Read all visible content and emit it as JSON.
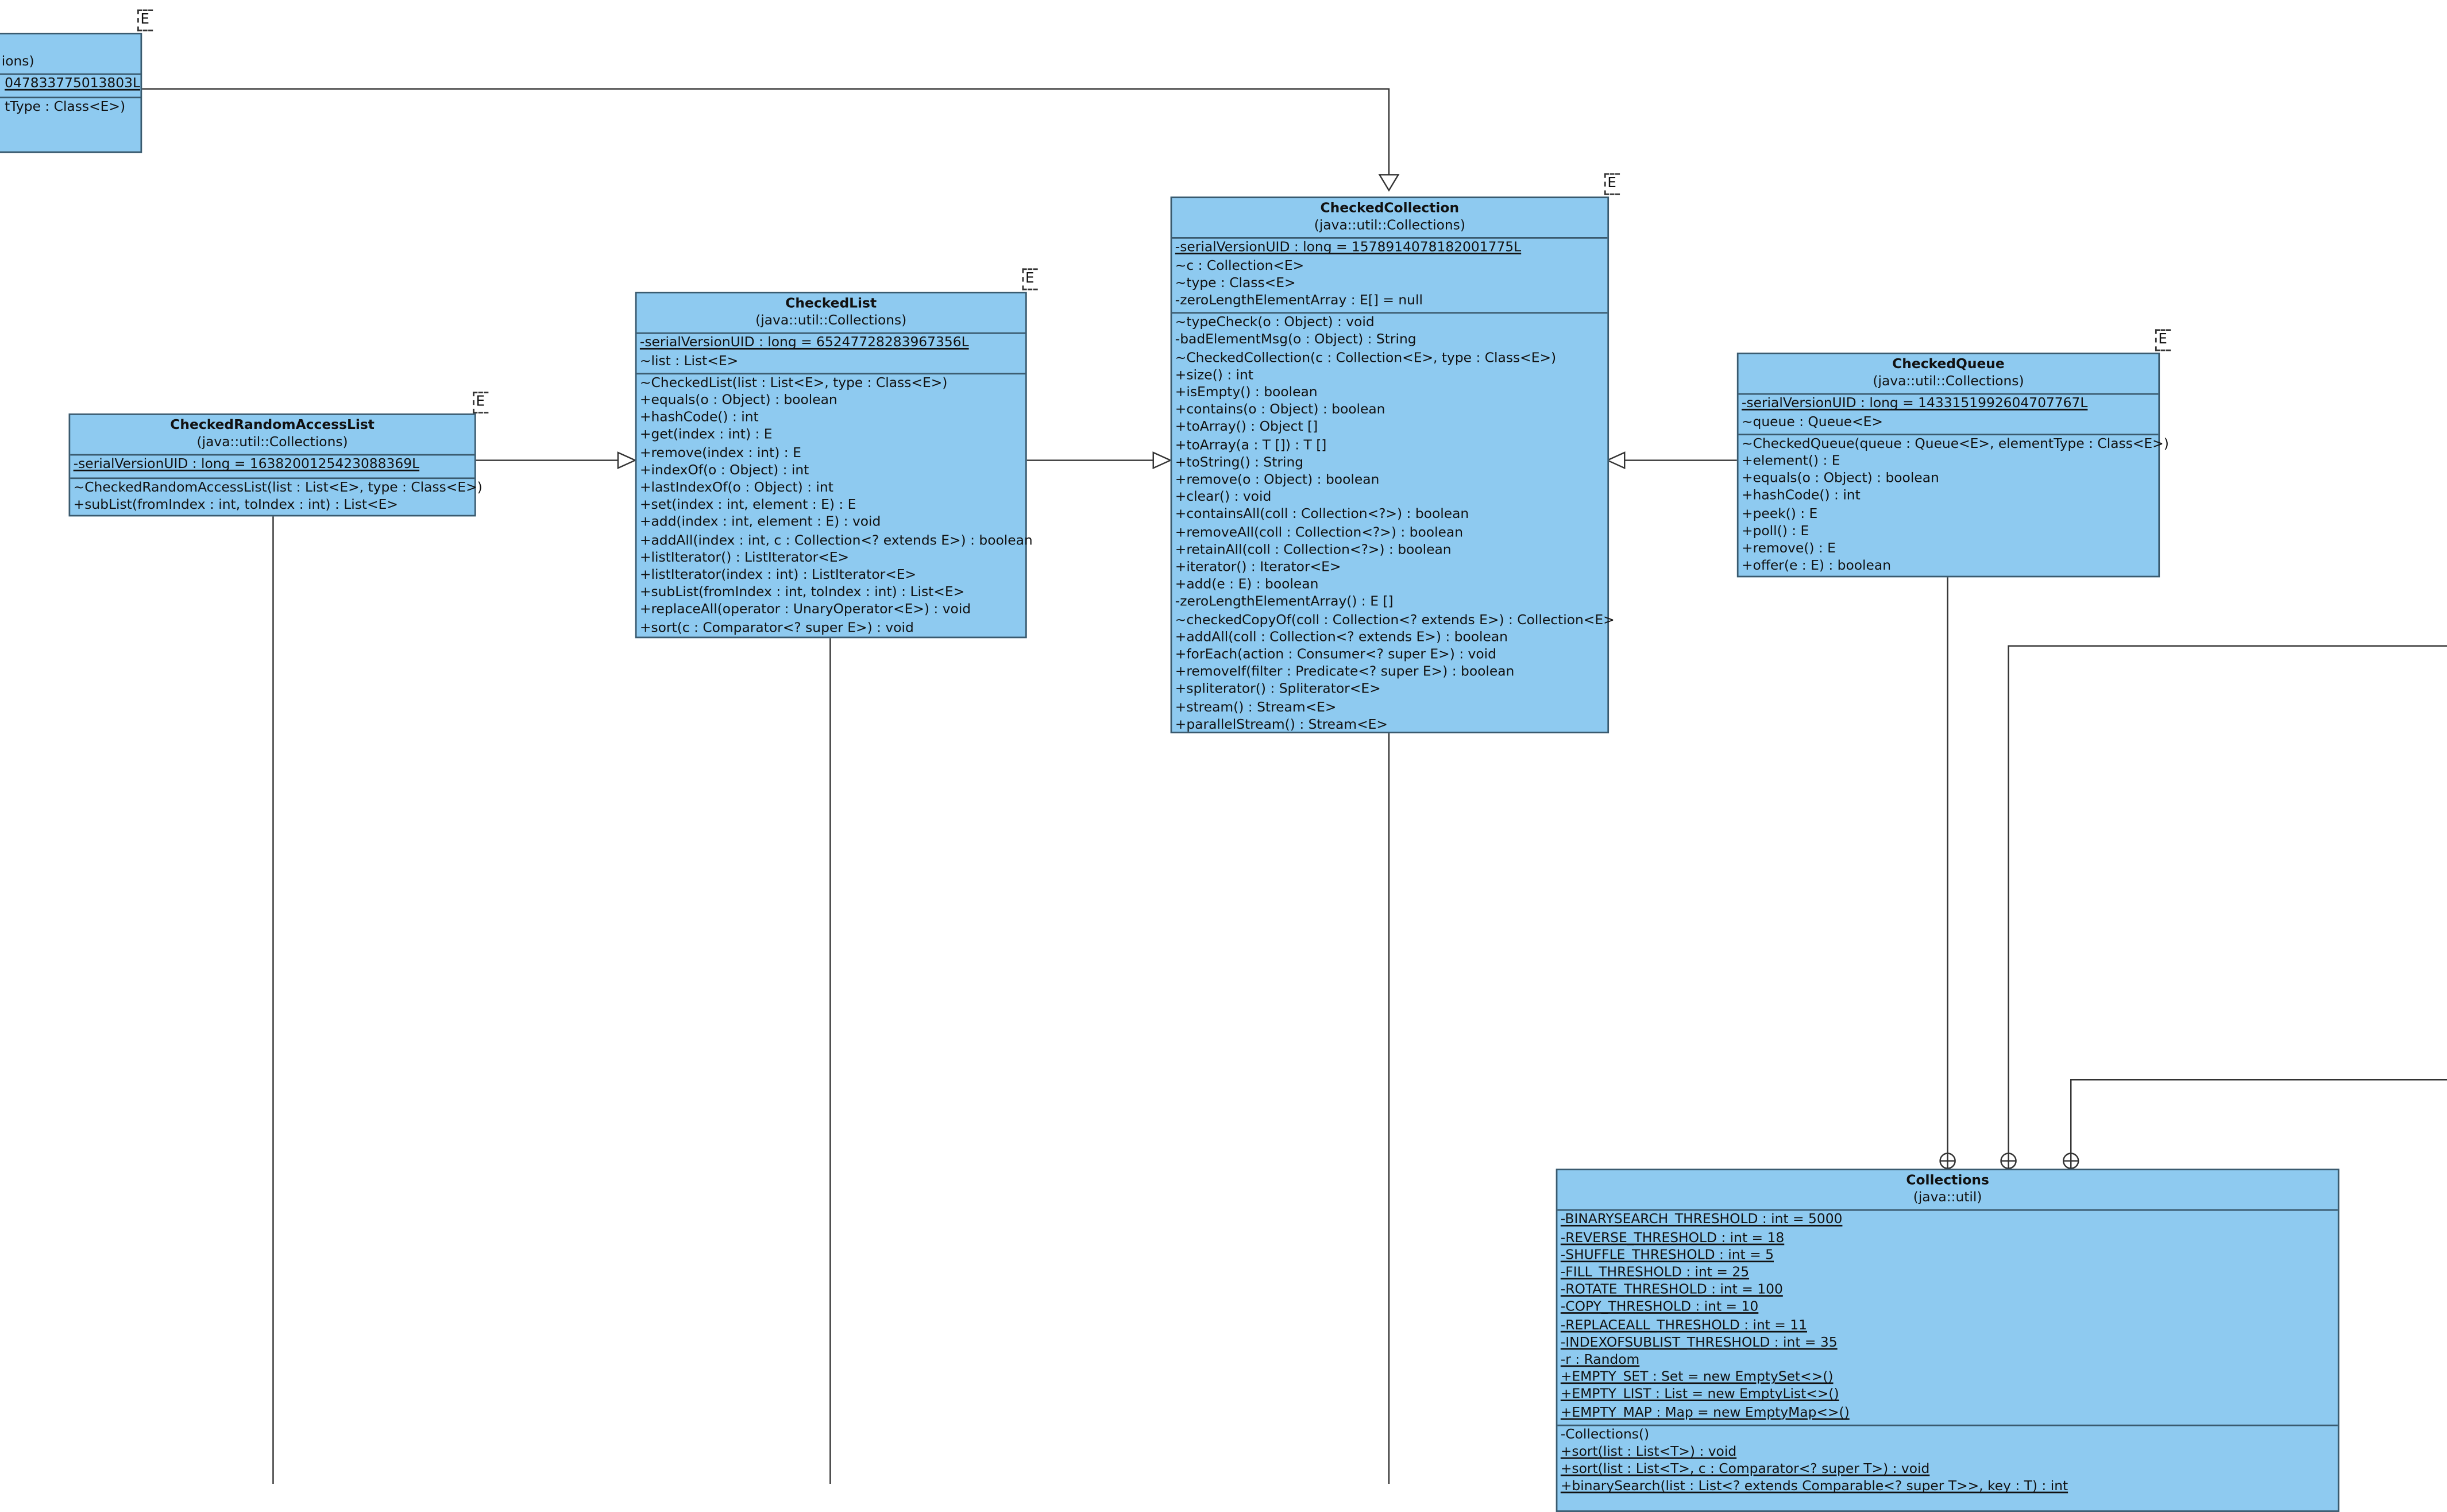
{
  "classes": {
    "partial": {
      "name": "",
      "package": "ions)",
      "type_param": "E",
      "attributes": [
        {
          "text": "047833775013803L",
          "static": true
        },
        {
          "text": "tType : Class<E>)",
          "static": false
        }
      ],
      "operations": []
    },
    "checked_random_access_list": {
      "name": "CheckedRandomAccessList",
      "package": "(java::util::Collections)",
      "type_param": "E",
      "attributes": [
        {
          "text": "-serialVersionUID : long = 1638200125423088369L",
          "static": true
        }
      ],
      "operations": [
        {
          "text": "~CheckedRandomAccessList(list : List<E>, type : Class<E>)",
          "static": false
        },
        {
          "text": "+subList(fromIndex : int, toIndex : int) : List<E>",
          "static": false
        }
      ]
    },
    "checked_list": {
      "name": "CheckedList",
      "package": "(java::util::Collections)",
      "type_param": "E",
      "attributes": [
        {
          "text": "-serialVersionUID : long = 65247728283967356L",
          "static": true
        },
        {
          "text": "~list : List<E>",
          "static": false
        }
      ],
      "operations": [
        {
          "text": "~CheckedList(list : List<E>, type : Class<E>)",
          "static": false
        },
        {
          "text": "+equals(o : Object) : boolean",
          "static": false
        },
        {
          "text": "+hashCode() : int",
          "static": false
        },
        {
          "text": "+get(index : int) : E",
          "static": false
        },
        {
          "text": "+remove(index : int) : E",
          "static": false
        },
        {
          "text": "+indexOf(o : Object) : int",
          "static": false
        },
        {
          "text": "+lastIndexOf(o : Object) : int",
          "static": false
        },
        {
          "text": "+set(index : int, element : E) : E",
          "static": false
        },
        {
          "text": "+add(index : int, element : E) : void",
          "static": false
        },
        {
          "text": "+addAll(index : int, c : Collection<? extends E>) : boolean",
          "static": false
        },
        {
          "text": "+listIterator() : ListIterator<E>",
          "static": false
        },
        {
          "text": "+listIterator(index : int) : ListIterator<E>",
          "static": false
        },
        {
          "text": "+subList(fromIndex : int, toIndex : int) : List<E>",
          "static": false
        },
        {
          "text": "+replaceAll(operator : UnaryOperator<E>) : void",
          "static": false
        },
        {
          "text": "+sort(c : Comparator<? super E>) : void",
          "static": false
        }
      ]
    },
    "checked_collection": {
      "name": "CheckedCollection",
      "package": "(java::util::Collections)",
      "type_param": "E",
      "attributes": [
        {
          "text": "-serialVersionUID : long = 1578914078182001775L",
          "static": true
        },
        {
          "text": "~c : Collection<E>",
          "static": false
        },
        {
          "text": "~type : Class<E>",
          "static": false
        },
        {
          "text": "-zeroLengthElementArray : E[] = null",
          "static": false
        }
      ],
      "operations": [
        {
          "text": "~typeCheck(o : Object) : void",
          "static": false
        },
        {
          "text": "-badElementMsg(o : Object) : String",
          "static": false
        },
        {
          "text": "~CheckedCollection(c : Collection<E>, type : Class<E>)",
          "static": false
        },
        {
          "text": "+size() : int",
          "static": false
        },
        {
          "text": "+isEmpty() : boolean",
          "static": false
        },
        {
          "text": "+contains(o : Object) : boolean",
          "static": false
        },
        {
          "text": "+toArray() : Object []",
          "static": false
        },
        {
          "text": "+toArray(a : T []) : T []",
          "static": false
        },
        {
          "text": "+toString() : String",
          "static": false
        },
        {
          "text": "+remove(o : Object) : boolean",
          "static": false
        },
        {
          "text": "+clear() : void",
          "static": false
        },
        {
          "text": "+containsAll(coll : Collection<?>) : boolean",
          "static": false
        },
        {
          "text": "+removeAll(coll : Collection<?>) : boolean",
          "static": false
        },
        {
          "text": "+retainAll(coll : Collection<?>) : boolean",
          "static": false
        },
        {
          "text": "+iterator() : Iterator<E>",
          "static": false
        },
        {
          "text": "+add(e : E) : boolean",
          "static": false
        },
        {
          "text": "-zeroLengthElementArray() : E []",
          "static": false
        },
        {
          "text": "~checkedCopyOf(coll : Collection<? extends E>) : Collection<E>",
          "static": false
        },
        {
          "text": "+addAll(coll : Collection<? extends E>) : boolean",
          "static": false
        },
        {
          "text": "+forEach(action : Consumer<? super E>) : void",
          "static": false
        },
        {
          "text": "+removeIf(filter : Predicate<? super E>) : boolean",
          "static": false
        },
        {
          "text": "+spliterator() : Spliterator<E>",
          "static": false
        },
        {
          "text": "+stream() : Stream<E>",
          "static": false
        },
        {
          "text": "+parallelStream() : Stream<E>",
          "static": false
        }
      ]
    },
    "checked_queue": {
      "name": "CheckedQueue",
      "package": "(java::util::Collections)",
      "type_param": "E",
      "attributes": [
        {
          "text": "-serialVersionUID : long = 1433151992604707767L",
          "static": true
        },
        {
          "text": "~queue : Queue<E>",
          "static": false
        }
      ],
      "operations": [
        {
          "text": "~CheckedQueue(queue : Queue<E>, elementType : Class<E>)",
          "static": false
        },
        {
          "text": "+element() : E",
          "static": false
        },
        {
          "text": "+equals(o : Object) : boolean",
          "static": false
        },
        {
          "text": "+hashCode() : int",
          "static": false
        },
        {
          "text": "+peek() : E",
          "static": false
        },
        {
          "text": "+poll() : E",
          "static": false
        },
        {
          "text": "+remove() : E",
          "static": false
        },
        {
          "text": "+offer(e : E) : boolean",
          "static": false
        }
      ]
    },
    "collections": {
      "name": "Collections",
      "package": "(java::util)",
      "type_param": "",
      "attributes": [
        {
          "text": "-BINARYSEARCH_THRESHOLD : int = 5000",
          "static": true
        },
        {
          "text": "-REVERSE_THRESHOLD : int = 18",
          "static": true
        },
        {
          "text": "-SHUFFLE_THRESHOLD : int = 5",
          "static": true
        },
        {
          "text": "-FILL_THRESHOLD : int = 25",
          "static": true
        },
        {
          "text": "-ROTATE_THRESHOLD : int = 100",
          "static": true
        },
        {
          "text": "-COPY_THRESHOLD : int = 10",
          "static": true
        },
        {
          "text": "-REPLACEALL_THRESHOLD : int = 11",
          "static": true
        },
        {
          "text": "-INDEXOFSUBLIST_THRESHOLD : int = 35",
          "static": true
        },
        {
          "text": "-r : Random",
          "static": true
        },
        {
          "text": "+EMPTY_SET : Set = new EmptySet<>()",
          "static": true
        },
        {
          "text": "+EMPTY_LIST : List = new EmptyList<>()",
          "static": true
        },
        {
          "text": "+EMPTY_MAP : Map = new EmptyMap<>()",
          "static": true
        }
      ],
      "operations": [
        {
          "text": "-Collections()",
          "static": false
        },
        {
          "text": "+sort(list : List<T>) : void",
          "static": true
        },
        {
          "text": "+sort(list : List<T>, c : Comparator<? super T>) : void",
          "static": true
        },
        {
          "text": "+binarySearch(list : List<? extends Comparable<? super T>>, key : T) : int",
          "static": true
        }
      ]
    }
  },
  "colors": {
    "class_fill": "#8ecaf0",
    "class_border": "#3a5a6e",
    "line": "#333333"
  }
}
